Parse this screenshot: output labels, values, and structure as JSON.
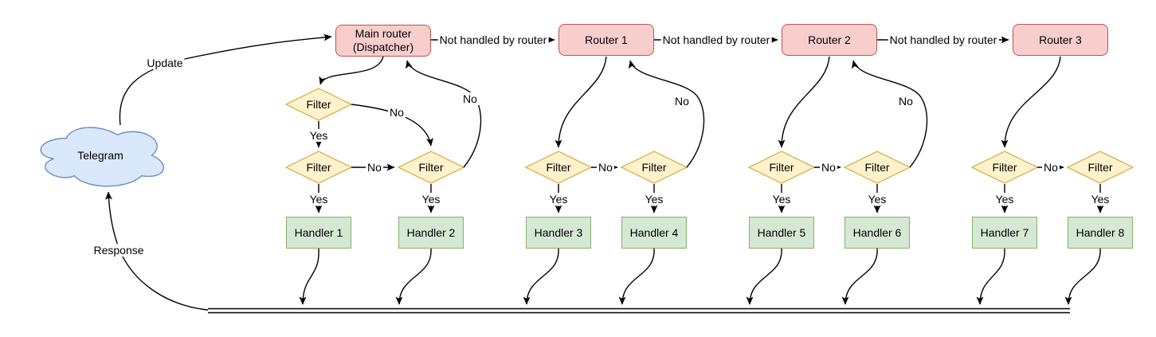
{
  "colors": {
    "router_fill": "#f8cecc",
    "router_stroke": "#b85450",
    "filter_fill": "#fff2cc",
    "filter_stroke": "#d6b656",
    "handler_fill": "#d5e8d4",
    "handler_stroke": "#82b366",
    "cloud_fill": "#dae8fc",
    "cloud_stroke": "#6c8ebf",
    "edge": "#000000"
  },
  "nodes": {
    "telegram": "Telegram",
    "main_router": {
      "line1": "Main router",
      "line2": "(Dispatcher)"
    },
    "routers": [
      "Router 1",
      "Router 2",
      "Router 3"
    ],
    "filter": "Filter",
    "handlers": [
      "Handler 1",
      "Handler 2",
      "Handler 3",
      "Handler 4",
      "Handler 5",
      "Handler 6",
      "Handler 7",
      "Handler 8"
    ]
  },
  "edges": {
    "update": "Update",
    "response": "Response",
    "not_handled": "Not handled by router",
    "yes": "Yes",
    "no": "No"
  }
}
